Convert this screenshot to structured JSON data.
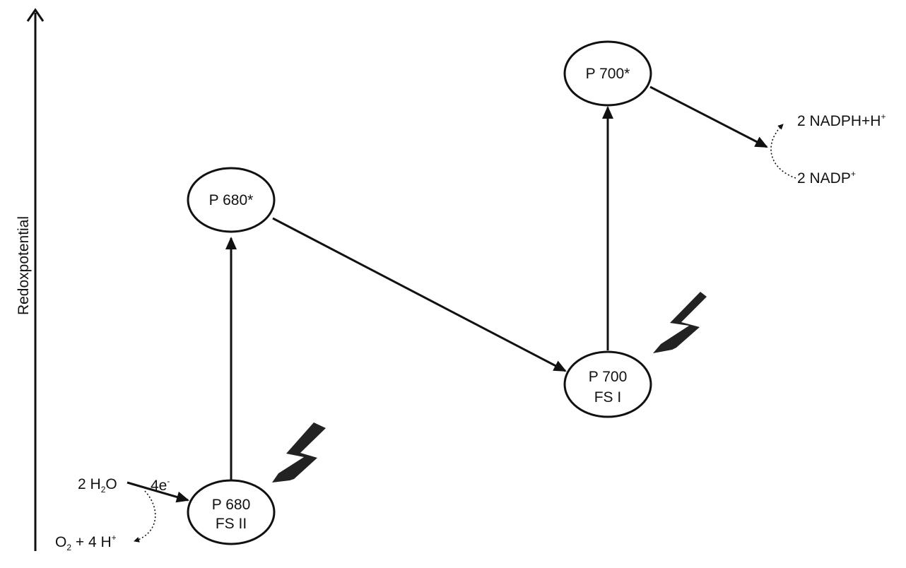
{
  "axis": {
    "label": "Redoxpotential"
  },
  "nodes": {
    "p680": {
      "line1": "P 680",
      "line2": "FS II"
    },
    "p680_star": {
      "line1": "P 680*"
    },
    "p700": {
      "line1": "P 700",
      "line2": "FS I"
    },
    "p700_star": {
      "line1": "P 700*"
    }
  },
  "water": {
    "h2o_prefix": "2 H",
    "h2o_sub": "2",
    "h2o_suffix": "O",
    "electrons": "4e",
    "electrons_sup": "-",
    "o2_prefix": "O",
    "o2_sub": "2",
    "o2_suffix": " + 4 H",
    "o2_sup": "+"
  },
  "nadp": {
    "product_text": "2 NADPH+H",
    "product_sup": "+",
    "substrate_text": "2 NADP",
    "substrate_sup": "+"
  },
  "colors": {
    "ink": "#111111",
    "lightning": "#222222"
  }
}
